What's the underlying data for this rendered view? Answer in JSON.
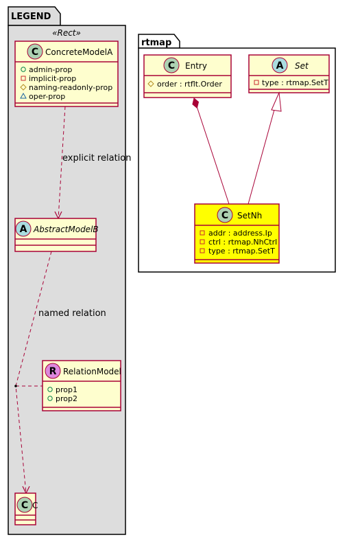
{
  "legend": {
    "package_name": "LEGEND",
    "stereotype": "«Rect»",
    "concrete": {
      "badge": "C",
      "name": "ConcreteModelA",
      "props": [
        {
          "vis": "public",
          "text": "admin-prop"
        },
        {
          "vis": "private",
          "text": "implicit-prop"
        },
        {
          "vis": "protected",
          "text": "naming-readonly-prop"
        },
        {
          "vis": "package",
          "text": "oper-prop"
        }
      ]
    },
    "explicit_label": "explicit relation",
    "abstract": {
      "badge": "A",
      "name": "AbstractModelB"
    },
    "named_label": "named relation",
    "relation": {
      "badge": "R",
      "name": "RelationModel",
      "props": [
        {
          "vis": "public",
          "text": "prop1"
        },
        {
          "vis": "public",
          "text": "prop2"
        }
      ]
    },
    "target": {
      "badge": "C",
      "name": "C"
    }
  },
  "rtmap": {
    "package_name": "rtmap",
    "entry": {
      "badge": "C",
      "name": "Entry",
      "props": [
        {
          "vis": "protected",
          "text": "order : rtflt.Order"
        }
      ]
    },
    "set": {
      "badge": "A",
      "name": "Set",
      "props": [
        {
          "vis": "private",
          "text": "type : rtmap.SetT"
        }
      ]
    },
    "setnh": {
      "badge": "C",
      "name": "SetNh",
      "props": [
        {
          "vis": "private",
          "text": "addr : address.Ip"
        },
        {
          "vis": "private",
          "text": "ctrl : rtmap.NhCtrl"
        },
        {
          "vis": "private",
          "text": "type : rtmap.SetT"
        }
      ]
    }
  },
  "colors": {
    "class_fill": "#FEFECE",
    "border": "#A80036",
    "package_fill": "#DDDDDD",
    "highlight_fill": "#FFFF00",
    "badge_class": "#ADD1B2",
    "badge_abstract": "#A9DCDF",
    "badge_relation": "#DD88DD"
  }
}
